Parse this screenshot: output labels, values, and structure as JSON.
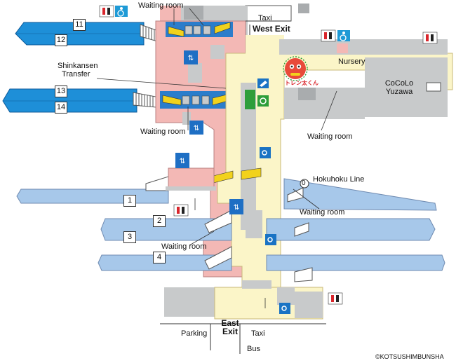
{
  "colors": {
    "platform_shinkansen": "#1e8fd8",
    "platform_conventional": "#a7c8ea",
    "concourse_shinkansen": "#f3b8b5",
    "concourse_conventional": "#fbf5c8",
    "building": "#c8cacb",
    "building_dark": "#a9acae",
    "escalator": "#f2d21c",
    "stairs": "#808080",
    "toilet": "#d9262c",
    "accessible": "#1e9ad6",
    "locker": "#1a73c4",
    "green_window": "#2e9e3a"
  },
  "platforms": {
    "p11": "11",
    "p12": "12",
    "p13": "13",
    "p14": "14",
    "p1": "1",
    "p2": "2",
    "p3": "3",
    "p4": "4",
    "p0": "0"
  },
  "labels": {
    "waiting_room_top": "Waiting room",
    "waiting_room_mid": "Waiting room",
    "waiting_room_right": "Waiting room",
    "waiting_room_hokuhoku": "Waiting room",
    "waiting_room_low": "Waiting room",
    "taxi_top": "Taxi",
    "west_exit": "West Exit",
    "nursery": "Nursery",
    "cocolo_line1": "CoCoLo",
    "cocolo_line2": "Yuzawa",
    "shinkansen_line1": "Shinkansen",
    "shinkansen_line2": "Transfer",
    "hokuhoku_line": "Hokuhoku Line",
    "east_line1": "East",
    "east_line2": "Exit",
    "parking": "Parking",
    "taxi_bottom": "Taxi",
    "bus": "Bus",
    "mascot_text": "トレン太くん",
    "copyright": "©KOTSUSHIMBUNSHA"
  },
  "icons": [
    "toilet-icon",
    "accessible-icon",
    "elevator-icon",
    "locker-icon",
    "ticket-gate-icon",
    "green-window-icon",
    "escalator-icon",
    "stairs-icon",
    "mascot-icon"
  ]
}
